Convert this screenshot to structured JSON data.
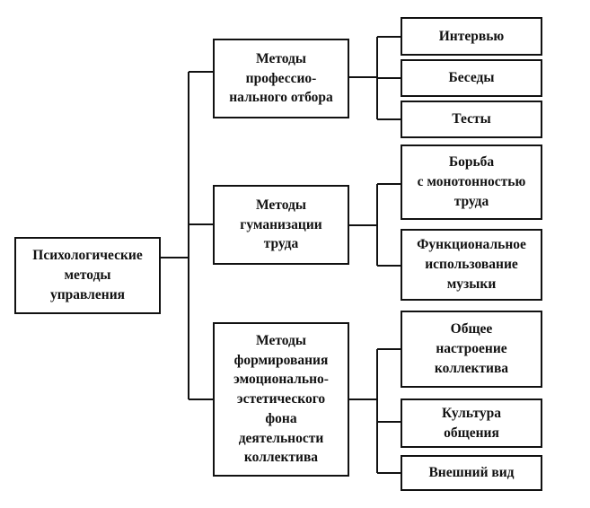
{
  "root": {
    "label": "Психологические\nметоды\nуправления"
  },
  "groups": [
    {
      "label": "Методы\nпрофессио-\nнального отбора",
      "children": [
        "Интервью",
        "Беседы",
        "Тесты"
      ]
    },
    {
      "label": "Методы\nгуманизации\nтруда",
      "children": [
        "Борьба\nс монотонностью\nтруда",
        "Функциональное\nиспользование\nмузыки"
      ]
    },
    {
      "label": "Методы\nформирования\nэмоционально-\nэстетического\nфона\nдеятельности\nколлектива",
      "children": [
        "Общее\nнастроение\nколлектива",
        "Культура\nобщения",
        "Внешний вид"
      ]
    }
  ]
}
